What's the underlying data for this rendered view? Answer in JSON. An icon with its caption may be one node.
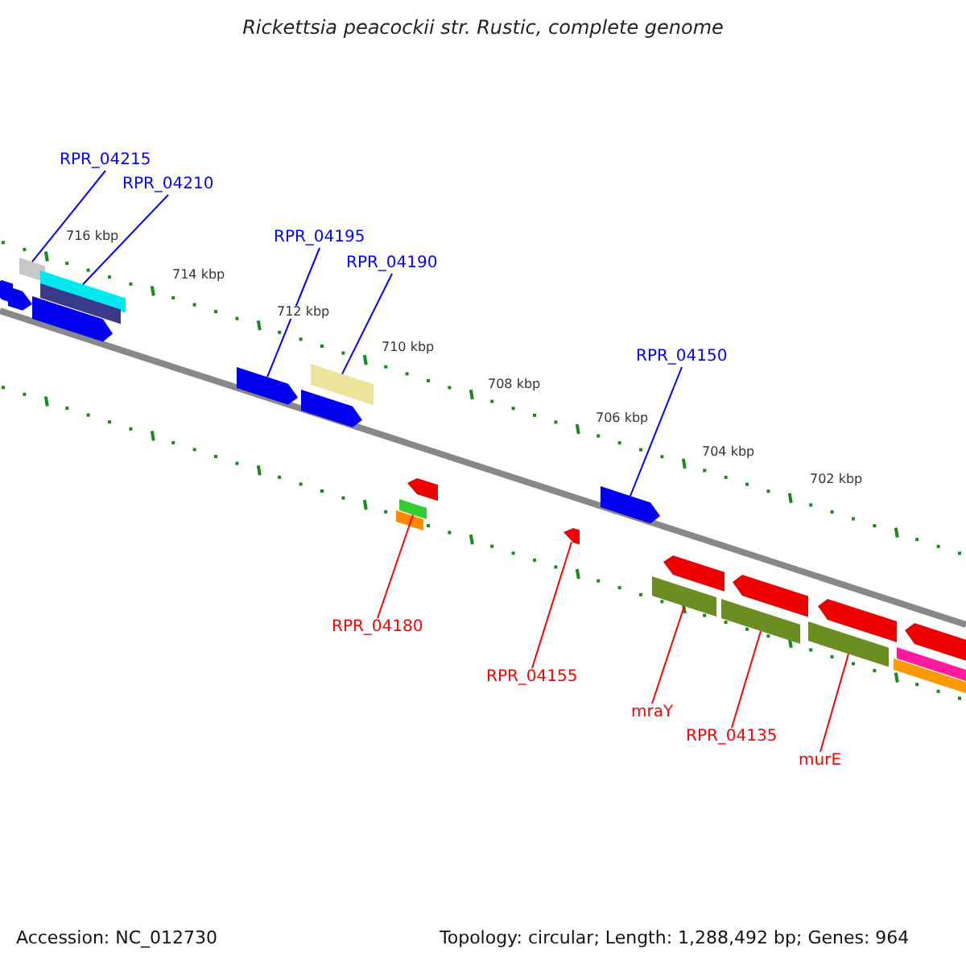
{
  "diagram": {
    "title": "Rickettsia peacockii str. Rustic, complete genome",
    "nodes": [
      {
        "text": [
          "RPR_04215"
        ]
      },
      {
        "text": [],
        "shape": "bar"
      },
      {
        "text": [
          "RPR_04210"
        ]
      },
      {
        "text": [],
        "shape": "bar"
      },
      {
        "text": [
          "RPR_04195"
        ]
      },
      {
        "text": [],
        "shape": "pentagon"
      },
      {
        "text": [
          "RPR_04190"
        ]
      },
      {
        "text": [],
        "shape": "bar"
      },
      {
        "text": [
          "RPR_04150"
        ]
      },
      {
        "text": [],
        "shape": "pentagon"
      },
      {
        "text": [
          "RPR_04180"
        ]
      },
      {
        "text": [],
        "shape": "bar"
      },
      {
        "text": [
          "RPR_04155"
        ]
      },
      {
        "text": [],
        "shape": "pentagon"
      },
      {
        "text": [
          "mraY"
        ]
      },
      {
        "text": [],
        "shape": "bar"
      },
      {
        "text": [
          "RPR_04135"
        ]
      },
      {
        "text": [],
        "shape": "bar"
      },
      {
        "text": [
          "murE"
        ]
      },
      {
        "text": [],
        "shape": "bar"
      },
      {
        "text": [],
        "shape": "pentagon"
      },
      {
        "text": [],
        "shape": "pentagon"
      },
      {
        "text": [],
        "shape": "bar"
      },
      {
        "text": [],
        "shape": "pentagon"
      },
      {
        "text": [],
        "shape": "pentagon"
      },
      {
        "text": [],
        "shape": "pentagon"
      },
      {
        "text": [],
        "shape": "bar"
      },
      {
        "text": [],
        "shape": "pentagon"
      },
      {
        "text": [],
        "shape": "pentagon"
      },
      {
        "text": [],
        "shape": "pentagon"
      },
      {
        "text": [],
        "shape": "pentagon"
      },
      {
        "text": [],
        "shape": "bar"
      },
      {
        "text": [],
        "shape": "bar"
      }
    ],
    "edges": [
      {
        "from": 0,
        "to": 1,
        "arrow": "none",
        "color": "#0000ff"
      },
      {
        "from": 2,
        "to": 3,
        "arrow": "none",
        "color": "#0000ff"
      },
      {
        "from": 4,
        "to": 5,
        "arrow": "none",
        "color": "#0000ff"
      },
      {
        "from": 6,
        "to": 7,
        "arrow": "none",
        "color": "#0000ff"
      },
      {
        "from": 8,
        "to": 9,
        "arrow": "none",
        "color": "#0000ff"
      },
      {
        "from": 10,
        "to": 11,
        "arrow": "none",
        "color": "#ff0000"
      },
      {
        "from": 12,
        "to": 13,
        "arrow": "none",
        "color": "#ff0000"
      },
      {
        "from": 14,
        "to": 15,
        "arrow": "none",
        "color": "#ff0000"
      },
      {
        "from": 16,
        "to": 17,
        "arrow": "none",
        "color": "#ff0000"
      },
      {
        "from": 18,
        "to": 19,
        "arrow": "none",
        "color": "#ff0000"
      }
    ],
    "labels": [
      "716 kbp",
      "714 kbp",
      "712 kbp",
      "710 kbp",
      "708 kbp",
      "706 kbp",
      "704 kbp",
      "702 kbp",
      "Accession: NC_012730",
      "Topology: circular; Length: 1,288,492 bp; Genes: 964"
    ]
  }
}
